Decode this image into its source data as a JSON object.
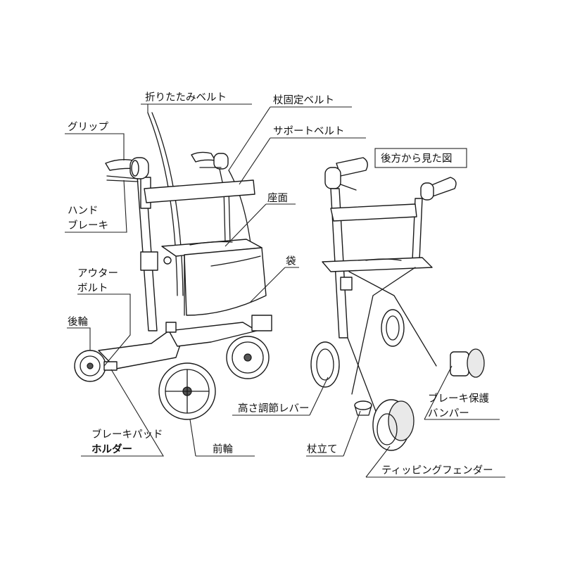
{
  "labels": {
    "grip": "グリップ",
    "folding_belt": "折りたたみベルト",
    "cane_belt": "杖固定ベルト",
    "support_belt": "サポートベルト",
    "rear_view": "後方から見た図",
    "hand_brake_1": "ハンド",
    "hand_brake_2": "ブレーキ",
    "seat": "座面",
    "bag": "袋",
    "outer_bolt_1": "アウター",
    "outer_bolt_2": "ボルト",
    "rear_wheel": "後輪",
    "height_lever": "高さ調節レバー",
    "brake_bumper_1": "ブレーキ保護",
    "brake_bumper_2": "バンパー",
    "brake_pad_1": "ブレーキパッド",
    "brake_pad_2": "ホルダー",
    "front_wheel": "前輪",
    "cane_stand": "杖立て",
    "tipping_fender": "ティッピングフェンダー"
  }
}
